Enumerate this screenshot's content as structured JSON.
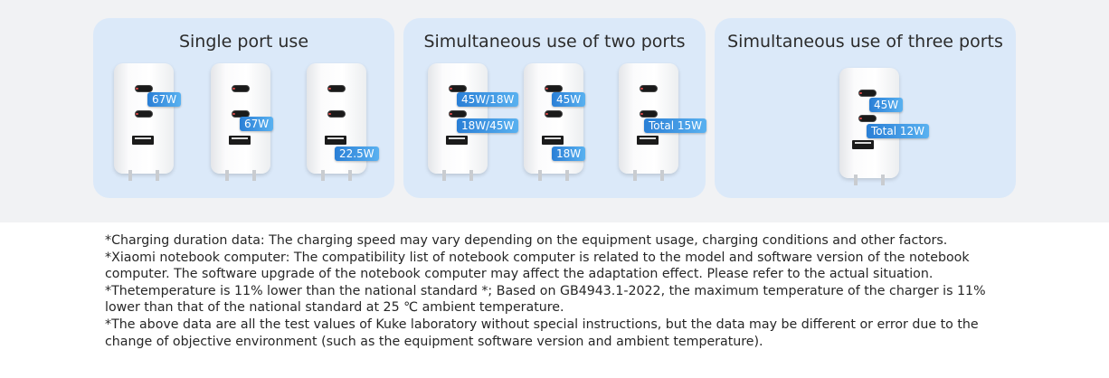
{
  "panels": [
    {
      "title": "Single port use",
      "chargers": [
        {
          "badges": [
            "67W"
          ]
        },
        {
          "badges": [
            "67W"
          ]
        },
        {
          "badges": [
            "22.5W"
          ]
        }
      ]
    },
    {
      "title": "Simultaneous use of two ports",
      "chargers": [
        {
          "badges": [
            "45W/18W",
            "18W/45W"
          ]
        },
        {
          "badges": [
            "45W",
            "18W"
          ]
        },
        {
          "badges": [
            "Total 15W"
          ]
        }
      ]
    },
    {
      "title": "Simultaneous use of three ports",
      "chargers": [
        {
          "badges": [
            "45W",
            "Total 12W"
          ]
        }
      ]
    }
  ],
  "notes": [
    "*Charging duration data: The charging speed may vary depending on the equipment usage, charging conditions and other factors.",
    "*Xiaomi notebook computer: The compatibility list of notebook computer is related to the model and software version of the notebook computer. The software upgrade of the notebook computer may affect the adaptation effect. Please refer to the actual situation.",
    "*Thetemperature is 11% lower than the national standard *; Based on GB4943.1-2022, the maximum temperature of the charger is 11% lower than that of the national standard at 25 ℃ ambient temperature.",
    "*The above data are all the test values of Kuke laboratory without special instructions, but the data may be different or error due to the change of objective environment (such as the equipment software version and ambient temperature)."
  ],
  "colors": {
    "panel_bg": "#dbe9f9",
    "badge_start": "#2a7fd6",
    "badge_end": "#59b1f0"
  }
}
